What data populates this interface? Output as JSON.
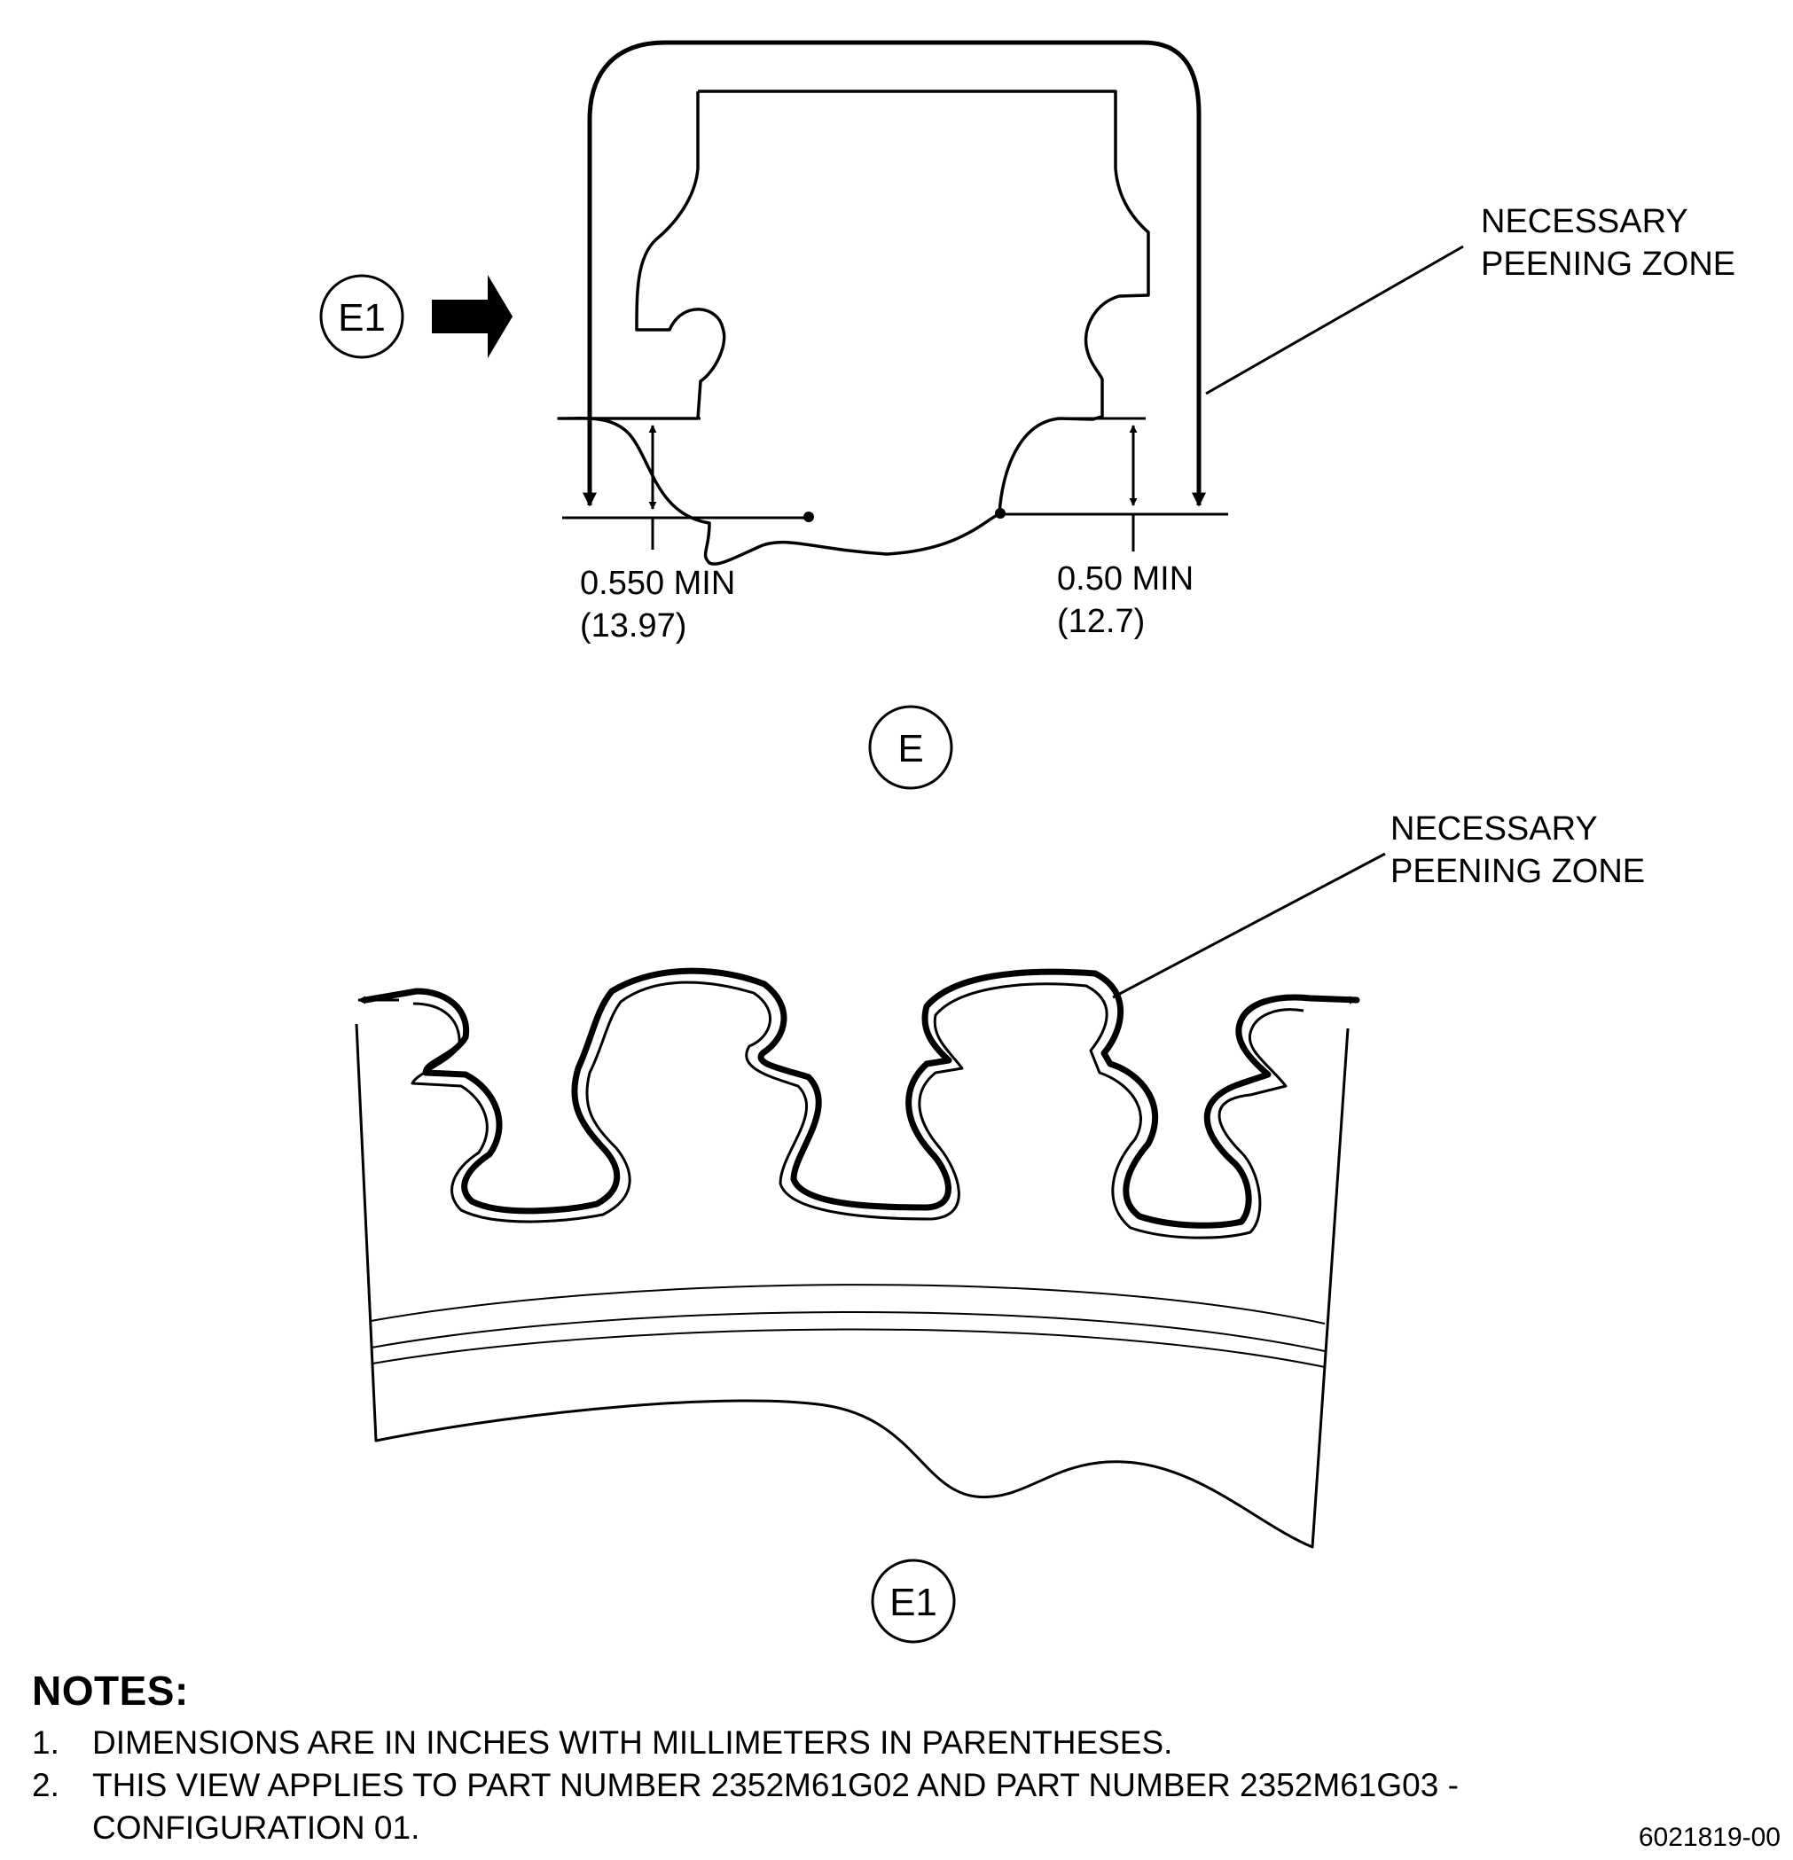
{
  "view_e": {
    "callout_e1": "E1",
    "view_label": "E",
    "zone_label_line1": "NECESSARY",
    "zone_label_line2": "PEENING ZONE",
    "dim_left_in": "0.550 MIN",
    "dim_left_mm": "(13.97)",
    "dim_right_in": "0.50 MIN",
    "dim_right_mm": "(12.7)"
  },
  "view_e1": {
    "view_label": "E1",
    "zone_label_line1": "NECESSARY",
    "zone_label_line2": "PEENING ZONE"
  },
  "notes": {
    "title": "NOTES:",
    "items": [
      {
        "num": "1.",
        "text": "DIMENSIONS ARE IN INCHES WITH MILLIMETERS IN PARENTHESES."
      },
      {
        "num": "2.",
        "text": "THIS VIEW APPLIES TO PART NUMBER 2352M61G02 AND PART NUMBER 2352M61G03 - CONFIGURATION 01."
      }
    ]
  },
  "figure_id": "6021819-00"
}
